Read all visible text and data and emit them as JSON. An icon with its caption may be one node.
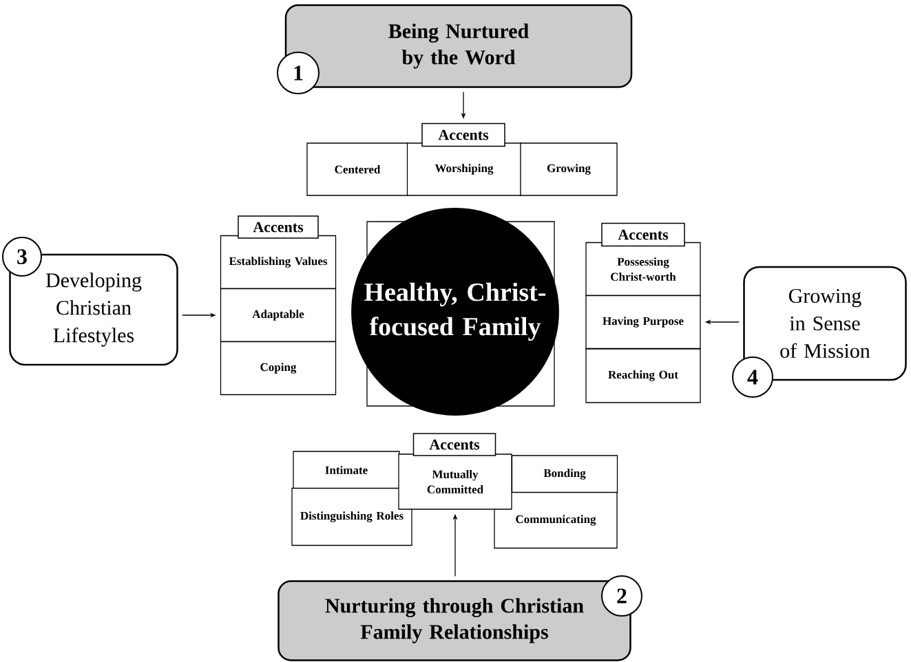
{
  "diagram": {
    "nodes": [
      {
        "text": [
          "Being Nurtured by the Word"
        ]
      },
      {
        "text": [
          "1"
        ]
      },
      {
        "text": [
          "Accents"
        ]
      },
      {
        "text": [
          "Centered"
        ]
      },
      {
        "text": [
          "Worshiping"
        ]
      },
      {
        "text": [
          "Growing"
        ]
      },
      {
        "text": [
          "Developing Christian Lifestyles"
        ]
      },
      {
        "text": [
          "3"
        ]
      },
      {
        "text": [
          "Accents"
        ]
      },
      {
        "text": [
          "Establishing Values"
        ]
      },
      {
        "text": [
          "Adaptable"
        ]
      },
      {
        "text": [
          "Coping"
        ]
      },
      {
        "text": [
          "Healthy, Christ-focused Family"
        ]
      },
      {
        "text": [
          "Accents"
        ]
      },
      {
        "text": [
          "Possessing Christ-worth"
        ]
      },
      {
        "text": [
          "Having Purpose"
        ]
      },
      {
        "text": [
          "Reaching Out"
        ]
      },
      {
        "text": [
          "Growing in Sense of Mission"
        ]
      },
      {
        "text": [
          "4"
        ]
      },
      {
        "text": [
          "Accents"
        ]
      },
      {
        "text": [
          "Intimate"
        ]
      },
      {
        "text": [
          "Mutually Committed"
        ]
      },
      {
        "text": [
          "Bonding"
        ]
      },
      {
        "text": [
          "Distinguishing Roles"
        ]
      },
      {
        "text": [
          "Communicating"
        ]
      },
      {
        "text": [
          "Nurturing through Christian Family Relationships"
        ]
      },
      {
        "text": [
          "2"
        ]
      }
    ],
    "edges": [
      {
        "from": 0,
        "to": 2,
        "arrow": "to"
      },
      {
        "from": 6,
        "to": 10,
        "arrow": "to"
      },
      {
        "from": 17,
        "to": 15,
        "arrow": "to"
      },
      {
        "from": 25,
        "to": 21,
        "arrow": "to"
      }
    ]
  }
}
